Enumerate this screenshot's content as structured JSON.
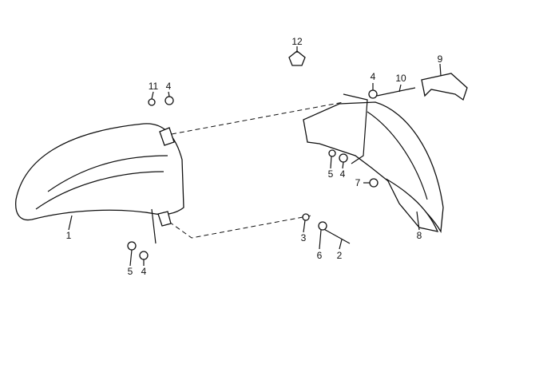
{
  "diagram": {
    "title": "Front mudguard parts",
    "callouts": [
      {
        "id": "12",
        "label": "12"
      },
      {
        "id": "11",
        "label": "11"
      },
      {
        "id": "4a",
        "label": "4"
      },
      {
        "id": "4b",
        "label": "4"
      },
      {
        "id": "10",
        "label": "10"
      },
      {
        "id": "9",
        "label": "9"
      },
      {
        "id": "5a",
        "label": "5"
      },
      {
        "id": "4c",
        "label": "4"
      },
      {
        "id": "7",
        "label": "7"
      },
      {
        "id": "1",
        "label": "1"
      },
      {
        "id": "3",
        "label": "3"
      },
      {
        "id": "6",
        "label": "6"
      },
      {
        "id": "2",
        "label": "2"
      },
      {
        "id": "8",
        "label": "8"
      },
      {
        "id": "5b",
        "label": "5"
      },
      {
        "id": "4d",
        "label": "4"
      }
    ]
  }
}
